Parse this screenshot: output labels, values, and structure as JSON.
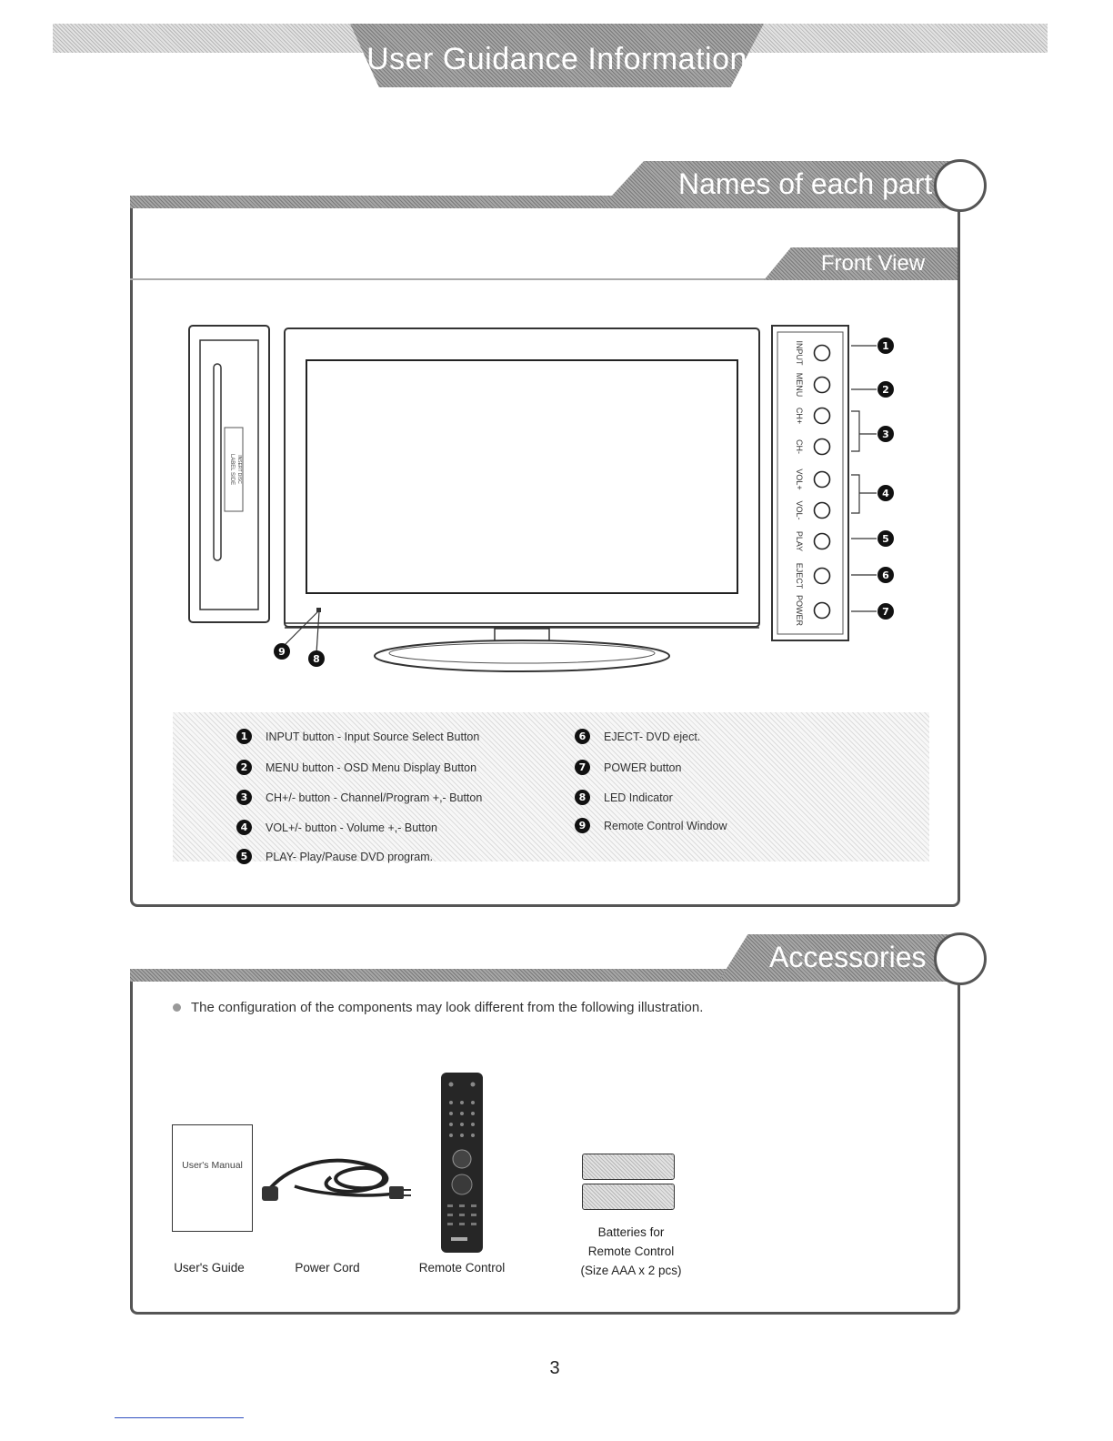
{
  "header": {
    "title": "User Guidance Information"
  },
  "names_section": {
    "title": "Names of each part",
    "subtitle": "Front View",
    "panel_buttons": [
      "INPUT",
      "MENU",
      "CH+",
      "CH-",
      "VOL+",
      "VOL-",
      "PLAY",
      "EJECT",
      "POWER"
    ],
    "side_label_lines": [
      "LABEL SIDE",
      "INSERT DISC"
    ],
    "legend": [
      {
        "num": "1",
        "text": "INPUT button - Input Source Select Button"
      },
      {
        "num": "2",
        "text": "MENU button - OSD Menu Display Button"
      },
      {
        "num": "3",
        "text": "CH+/- button - Channel/Program +,- Button"
      },
      {
        "num": "4",
        "text": "VOL+/- button - Volume +,- Button"
      },
      {
        "num": "5",
        "text": "PLAY- Play/Pause DVD program."
      },
      {
        "num": "6",
        "text": "EJECT- DVD eject."
      },
      {
        "num": "7",
        "text": "POWER button"
      },
      {
        "num": "8",
        "text": "LED Indicator"
      },
      {
        "num": "9",
        "text": "Remote Control Window"
      }
    ],
    "callouts": [
      "1",
      "2",
      "3",
      "4",
      "5",
      "6",
      "7",
      "8",
      "9"
    ]
  },
  "accessories_section": {
    "title": "Accessories",
    "note": "The configuration of the components may look different from the following illustration.",
    "manual_cover": "User's Manual",
    "items": [
      {
        "name": "User's Guide",
        "icon": "manual-icon"
      },
      {
        "name": "Power Cord",
        "icon": "power-cord-icon"
      },
      {
        "name": "Remote Control",
        "icon": "remote-control-icon"
      }
    ],
    "batteries_lines": [
      "Batteries for",
      "Remote Control",
      "(Size AAA x 2 pcs)"
    ]
  },
  "page_number": "3"
}
